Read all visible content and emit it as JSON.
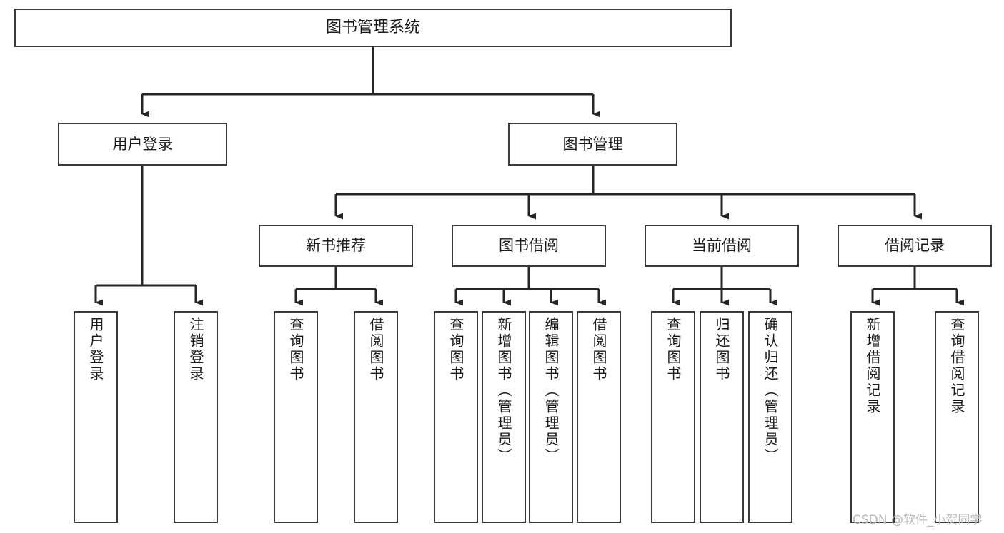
{
  "diagram": {
    "title": "图书管理系统",
    "watermark": "CSDN @软件_小贺同学",
    "colors": {
      "box_border": "#3a3a3a",
      "box_fill": "#ffffff",
      "connector": "#262626",
      "text": "#1b1b1b",
      "watermark": "#b9b9b9"
    },
    "levels": {
      "root": "图书管理系统",
      "level2": [
        "用户登录",
        "图书管理"
      ],
      "level3": [
        "新书推荐",
        "图书借阅",
        "当前借阅",
        "借阅记录"
      ]
    },
    "nodes": {
      "root": {
        "label": "图书管理系统"
      },
      "user_login": {
        "label": "用户登录"
      },
      "book_manage": {
        "label": "图书管理"
      },
      "new_book_rec": {
        "label": "新书推荐"
      },
      "book_borrow": {
        "label": "图书借阅"
      },
      "current_borrow": {
        "label": "当前借阅"
      },
      "borrow_record": {
        "label": "借阅记录"
      }
    },
    "leaves": {
      "user_login": [
        {
          "label": "用户登录"
        },
        {
          "label": "注销登录"
        }
      ],
      "new_book_rec": [
        {
          "label": "查询图书"
        },
        {
          "label": "借阅图书"
        }
      ],
      "book_borrow": [
        {
          "label": "查询图书"
        },
        {
          "label": "新增图书（管理员）"
        },
        {
          "label": "编辑图书（管理员）"
        },
        {
          "label": "借阅图书"
        }
      ],
      "current_borrow": [
        {
          "label": "查询图书"
        },
        {
          "label": "归还图书"
        },
        {
          "label": "确认归还（管理员）"
        }
      ],
      "borrow_record": [
        {
          "label": "新增借阅记录"
        },
        {
          "label": "查询借阅记录"
        }
      ]
    }
  },
  "chart_data": {
    "type": "table",
    "title": "图书管理系统 功能结构图",
    "structure": [
      {
        "node": "图书管理系统",
        "children": [
          {
            "node": "用户登录",
            "children": [
              "用户登录",
              "注销登录"
            ]
          },
          {
            "node": "图书管理",
            "children": [
              {
                "node": "新书推荐",
                "children": [
                  "查询图书",
                  "借阅图书"
                ]
              },
              {
                "node": "图书借阅",
                "children": [
                  "查询图书",
                  "新增图书（管理员）",
                  "编辑图书（管理员）",
                  "借阅图书"
                ]
              },
              {
                "node": "当前借阅",
                "children": [
                  "查询图书",
                  "归还图书",
                  "确认归还（管理员）"
                ]
              },
              {
                "node": "借阅记录",
                "children": [
                  "新增借阅记录",
                  "查询借阅记录"
                ]
              }
            ]
          }
        ]
      }
    ]
  }
}
